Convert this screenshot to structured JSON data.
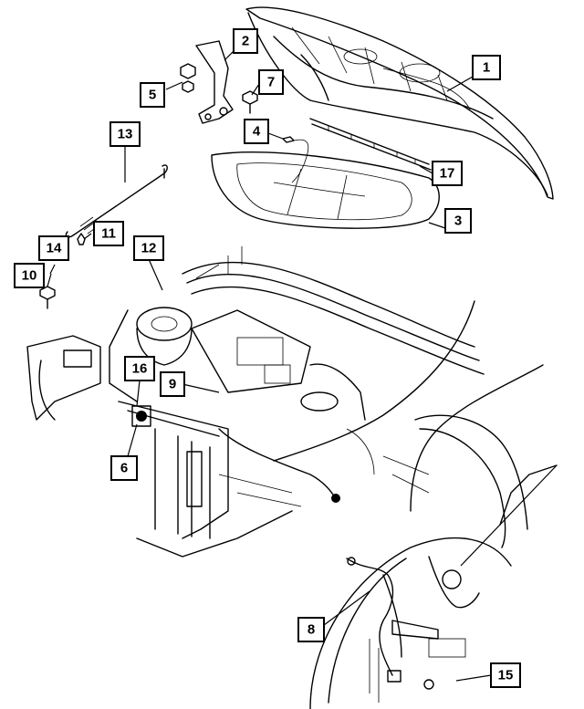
{
  "diagram": {
    "type": "exploded-parts-diagram",
    "callouts": [
      {
        "id": "c1",
        "label": "1"
      },
      {
        "id": "c2",
        "label": "2"
      },
      {
        "id": "c3",
        "label": "3"
      },
      {
        "id": "c4",
        "label": "4"
      },
      {
        "id": "c5",
        "label": "5"
      },
      {
        "id": "c6",
        "label": "6"
      },
      {
        "id": "c7",
        "label": "7"
      },
      {
        "id": "c8",
        "label": "8"
      },
      {
        "id": "c9",
        "label": "9"
      },
      {
        "id": "c10",
        "label": "10"
      },
      {
        "id": "c11",
        "label": "11"
      },
      {
        "id": "c12",
        "label": "12"
      },
      {
        "id": "c13",
        "label": "13"
      },
      {
        "id": "c14",
        "label": "14"
      },
      {
        "id": "c15",
        "label": "15"
      },
      {
        "id": "c16",
        "label": "16"
      },
      {
        "id": "c17",
        "label": "17"
      }
    ]
  },
  "colors": {
    "line": "#000000",
    "background": "#ffffff"
  }
}
